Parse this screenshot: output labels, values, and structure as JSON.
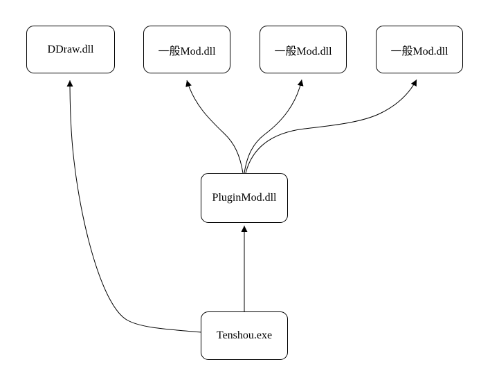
{
  "diagram": {
    "type": "dependency-graph",
    "background_color": "#ffffff",
    "node_fill_color": "#ffffff",
    "node_border_color": "#000000",
    "edge_color": "#000000",
    "nodes": [
      {
        "id": "ddraw",
        "label": "DDraw.dll"
      },
      {
        "id": "mod1",
        "label": "一般Mod.dll"
      },
      {
        "id": "mod2",
        "label": "一般Mod.dll"
      },
      {
        "id": "mod3",
        "label": "一般Mod.dll"
      },
      {
        "id": "plugin",
        "label": "PluginMod.dll"
      },
      {
        "id": "tenshou",
        "label": "Tenshou.exe"
      }
    ],
    "edges": [
      {
        "from": "tenshou",
        "to": "ddraw"
      },
      {
        "from": "tenshou",
        "to": "plugin"
      },
      {
        "from": "plugin",
        "to": "mod1"
      },
      {
        "from": "plugin",
        "to": "mod2"
      },
      {
        "from": "plugin",
        "to": "mod3"
      }
    ]
  }
}
